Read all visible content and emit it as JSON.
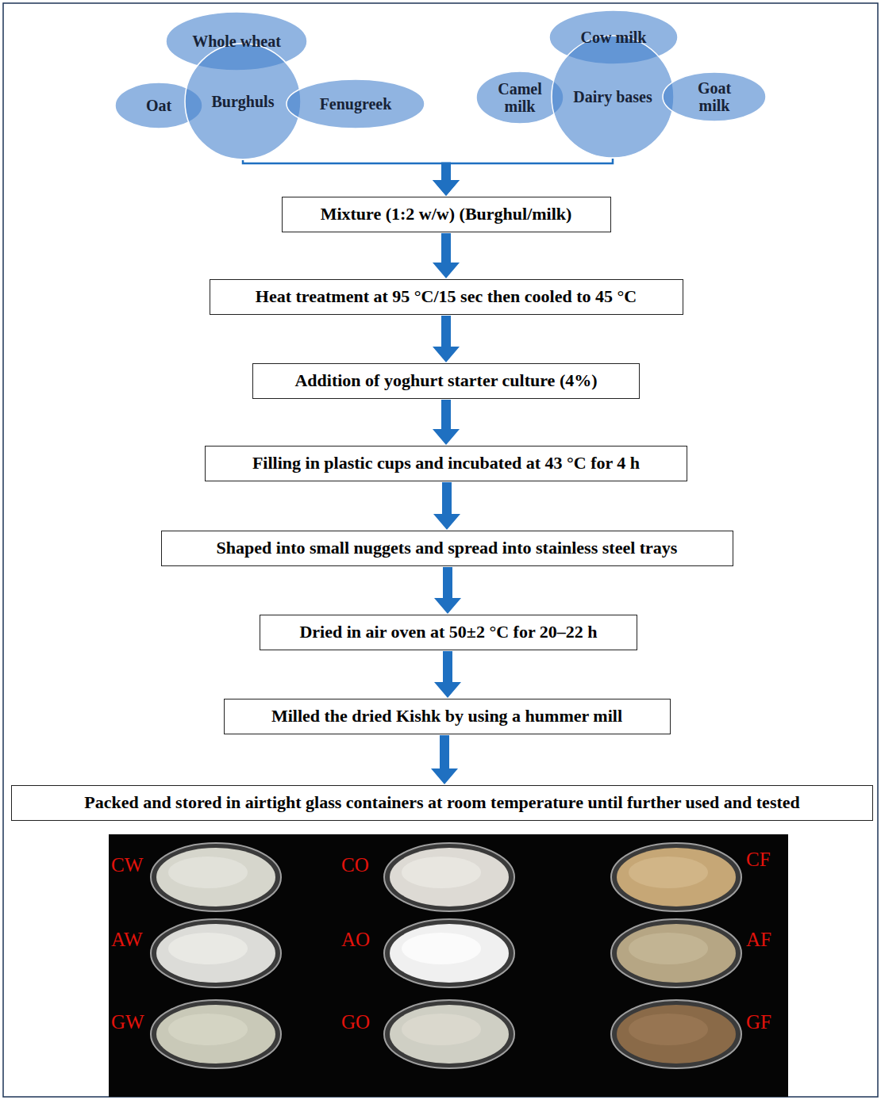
{
  "diagram": {
    "nodes": [
      {
        "text": [
          "Whole wheat"
        ]
      },
      {
        "text": [
          "Oat"
        ]
      },
      {
        "text": [
          "Burghuls"
        ]
      },
      {
        "text": [
          "Fenugreek"
        ]
      },
      {
        "text": [
          "Cow milk"
        ]
      },
      {
        "text": [
          "Camel milk"
        ]
      },
      {
        "text": [
          "Dairy bases"
        ]
      },
      {
        "text": [
          "Goat milk"
        ]
      },
      {
        "text": [
          "Mixture (1:2 w/w) (Burghul/milk)"
        ]
      },
      {
        "text": [
          "Heat treatment at 95 °C/15 sec then cooled to 45 °C"
        ]
      },
      {
        "text": [
          "Addition of yoghurt starter culture (4%)"
        ]
      },
      {
        "text": [
          "Filling in plastic cups and incubated at 43 °C for 4 h"
        ]
      },
      {
        "text": [
          "Shaped into small nuggets and spread into stainless steel trays"
        ]
      },
      {
        "text": [
          "Dried in air oven at 50±2 °C for 20–22 h"
        ]
      },
      {
        "text": [
          "Milled the dried Kishk by using a hummer mill"
        ]
      },
      {
        "text": [
          "Packed and stored in airtight glass containers at room temperature until further used and tested"
        ]
      }
    ],
    "edges": [
      {
        "from": 2,
        "to": 8,
        "arrow": "to"
      },
      {
        "from": 6,
        "to": 8,
        "arrow": "to"
      },
      {
        "from": 8,
        "to": 9,
        "arrow": "to"
      },
      {
        "from": 9,
        "to": 10,
        "arrow": "to"
      },
      {
        "from": 10,
        "to": 11,
        "arrow": "to"
      },
      {
        "from": 11,
        "to": 12,
        "arrow": "to"
      },
      {
        "from": 12,
        "to": 13,
        "arrow": "to"
      },
      {
        "from": 13,
        "to": 14,
        "arrow": "to"
      },
      {
        "from": 14,
        "to": 15,
        "arrow": "to"
      }
    ],
    "labels": [
      "CW",
      "CO",
      "CF",
      "AW",
      "AO",
      "AF",
      "GW",
      "GO",
      "GF"
    ]
  }
}
